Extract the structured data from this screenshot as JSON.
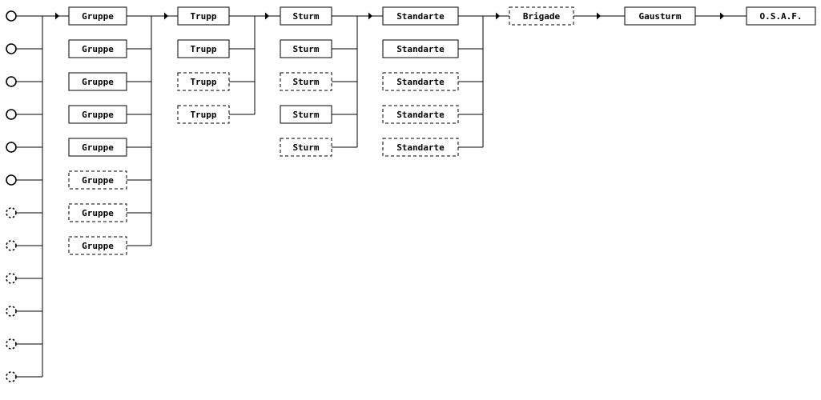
{
  "diagram": {
    "members": [
      {
        "style": "solid"
      },
      {
        "style": "solid"
      },
      {
        "style": "solid"
      },
      {
        "style": "solid"
      },
      {
        "style": "solid"
      },
      {
        "style": "solid"
      },
      {
        "style": "dashed"
      },
      {
        "style": "dashed"
      },
      {
        "style": "dashed"
      },
      {
        "style": "dashed"
      },
      {
        "style": "dashed"
      },
      {
        "style": "dashed"
      }
    ],
    "columns": [
      {
        "id": "gruppe",
        "boxes": [
          {
            "label": "Gruppe",
            "style": "solid"
          },
          {
            "label": "Gruppe",
            "style": "solid"
          },
          {
            "label": "Gruppe",
            "style": "solid"
          },
          {
            "label": "Gruppe",
            "style": "solid"
          },
          {
            "label": "Gruppe",
            "style": "solid"
          },
          {
            "label": "Gruppe",
            "style": "dashed"
          },
          {
            "label": "Gruppe",
            "style": "dashed"
          },
          {
            "label": "Gruppe",
            "style": "dashed"
          }
        ]
      },
      {
        "id": "trupp",
        "boxes": [
          {
            "label": "Trupp",
            "style": "solid"
          },
          {
            "label": "Trupp",
            "style": "solid"
          },
          {
            "label": "Trupp",
            "style": "dashed"
          },
          {
            "label": "Trupp",
            "style": "dashed"
          }
        ]
      },
      {
        "id": "sturm",
        "boxes": [
          {
            "label": "Sturm",
            "style": "solid"
          },
          {
            "label": "Sturm",
            "style": "solid"
          },
          {
            "label": "Sturm",
            "style": "dashed"
          },
          {
            "label": "Sturm",
            "style": "solid"
          },
          {
            "label": "Sturm",
            "style": "dashed"
          }
        ]
      },
      {
        "id": "standarte",
        "boxes": [
          {
            "label": "Standarte",
            "style": "solid"
          },
          {
            "label": "Standarte",
            "style": "solid"
          },
          {
            "label": "Standarte",
            "style": "dashed"
          },
          {
            "label": "Standarte",
            "style": "dashed"
          },
          {
            "label": "Standarte",
            "style": "dashed"
          }
        ]
      },
      {
        "id": "brigade",
        "boxes": [
          {
            "label": "Brigade",
            "style": "dashed"
          }
        ]
      },
      {
        "id": "gausturm",
        "boxes": [
          {
            "label": "Gausturm",
            "style": "solid"
          }
        ]
      },
      {
        "id": "osaf",
        "boxes": [
          {
            "label": "O.S.A.F.",
            "style": "solid"
          }
        ]
      }
    ]
  }
}
